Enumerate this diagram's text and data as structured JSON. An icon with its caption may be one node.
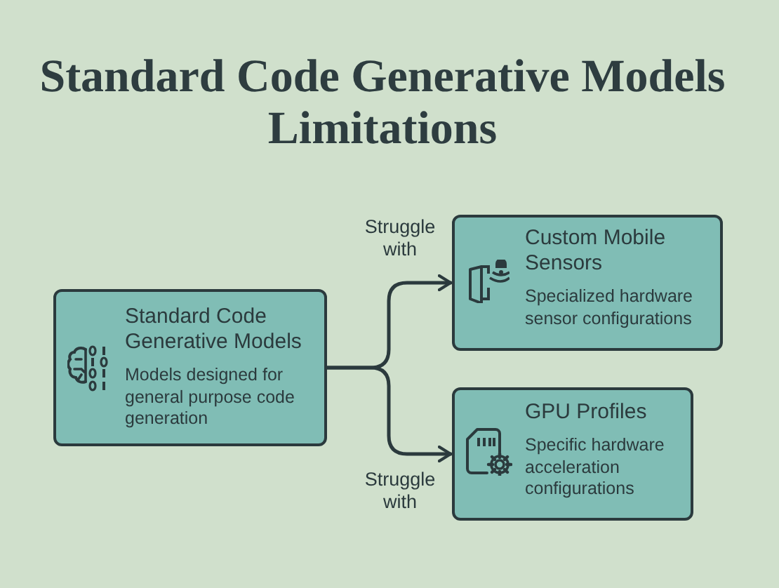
{
  "diagram": {
    "title": "Standard Code Generative Models Limitations",
    "nodes": [
      {
        "text": [
          "Standard Code Generative Models",
          "Models designed for general purpose code generation"
        ]
      },
      {
        "text": [
          "Custom Mobile Sensors",
          "Specialized hardware sensor configurations"
        ]
      },
      {
        "text": [
          "GPU Profiles",
          "Specific hardware acceleration configurations"
        ]
      }
    ],
    "edges": [
      {
        "from": 0,
        "to": 1,
        "arrow": "to",
        "label": "Struggle with"
      },
      {
        "from": 0,
        "to": 2,
        "arrow": "to",
        "label": "Struggle with"
      }
    ]
  }
}
